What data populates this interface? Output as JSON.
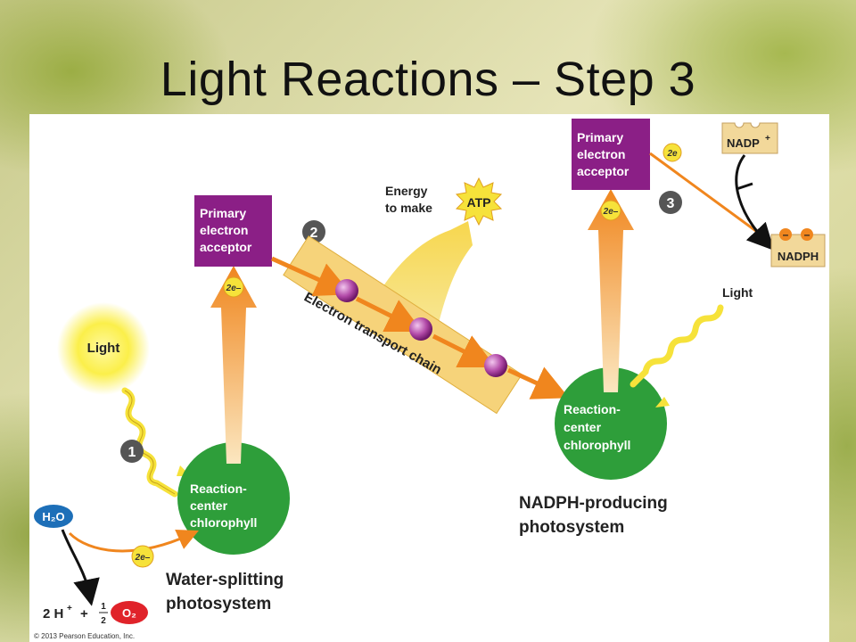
{
  "title": "Light Reactions – Step 3",
  "left_acceptor": [
    "Primary",
    "electron",
    "acceptor"
  ],
  "right_acceptor": [
    "Primary",
    "electron",
    "acceptor"
  ],
  "step_numbers": [
    "1",
    "2",
    "3"
  ],
  "left_light": "Light",
  "right_light": "Light",
  "energy_text": [
    "Energy",
    "to make"
  ],
  "atp": "ATP",
  "etc_label": "Electron transport chain",
  "two_e": "2e–",
  "two_e_short": "2e",
  "left_rc": [
    "Reaction-",
    "center",
    "chlorophyll"
  ],
  "right_rc": [
    "Reaction-",
    "center",
    "chlorophyll"
  ],
  "h2o": "H₂O",
  "o2": "O₂",
  "two_h": "2 H",
  "plus_sup": "+",
  "plus": "+",
  "half_num": "1",
  "half_den": "2",
  "nadp": "NADP",
  "nadph": "NADPH",
  "minus": "–",
  "left_ps": [
    "Water-splitting",
    "photosystem"
  ],
  "right_ps": [
    "NADPH-producing",
    "photosystem"
  ],
  "copyright": "© 2013 Pearson Education, Inc.",
  "colors": {
    "purple": "#8b1f86",
    "green": "#2e9e3a",
    "orange": "#f0861e",
    "yellow": "#f6e23a",
    "tan": "#f2d89a",
    "h2o_blue": "#1d6fb8",
    "o2_red": "#e0232a"
  }
}
